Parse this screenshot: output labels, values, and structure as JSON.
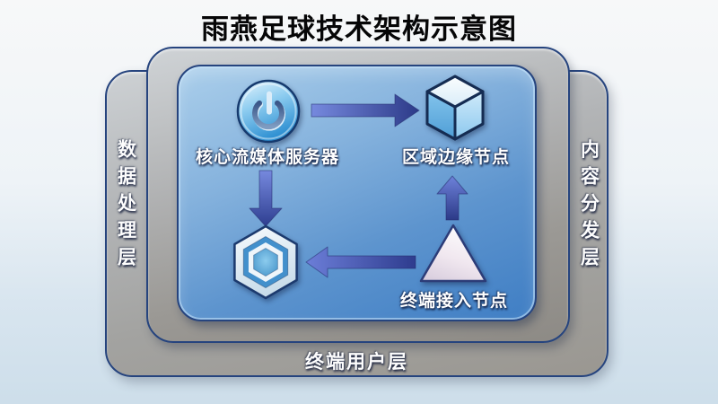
{
  "title": "雨燕足球技术架构示意图",
  "layers": {
    "data_processing": "数据处理层",
    "content_distribution": "内容分发层",
    "end_user": "终端用户层"
  },
  "nodes": [
    {
      "id": "core-streaming-server",
      "icon": "power-icon",
      "label": "核心流媒体服务器"
    },
    {
      "id": "regional-edge-node",
      "icon": "cube-icon",
      "label": "区域边缘节点"
    },
    {
      "id": "terminal-access-node",
      "icon": "triangle-icon",
      "label": "终端接入节点"
    },
    {
      "id": "client-hub",
      "icon": "hexagon-icon",
      "label": ""
    }
  ],
  "edges": [
    {
      "from": "core-streaming-server",
      "to": "regional-edge-node",
      "direction": "right"
    },
    {
      "from": "core-streaming-server",
      "to": "client-hub",
      "direction": "down"
    },
    {
      "from": "terminal-access-node",
      "to": "client-hub",
      "direction": "left"
    },
    {
      "from": "terminal-access-node",
      "to": "regional-edge-node",
      "direction": "up"
    }
  ],
  "colors": {
    "panel_blue_top": "#abcfeb",
    "panel_blue_bottom": "#3f7ec4",
    "card_gray": "#a8aaab",
    "border_navy": "#26447e",
    "arrow_light": "#7487de",
    "arrow_dark": "#2c3a88",
    "background_bottom": "#cddeea",
    "title_color": "#060607"
  }
}
